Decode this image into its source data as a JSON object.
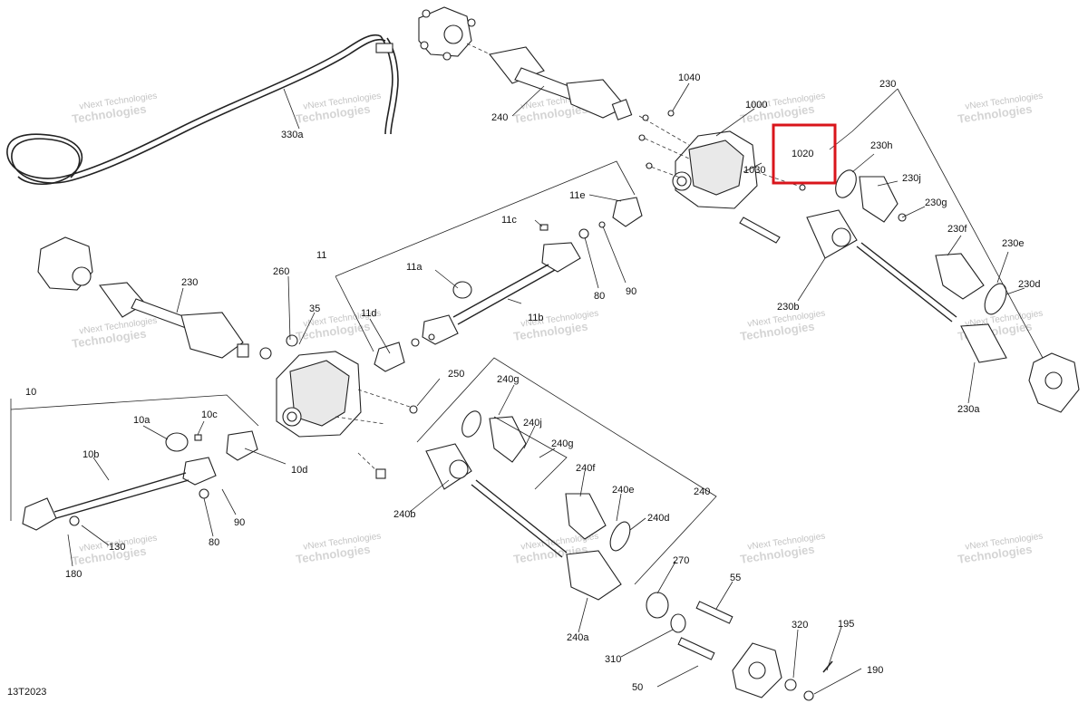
{
  "diagram_id": "13T2023",
  "highlight_callout": "1020",
  "watermark": {
    "line1": "vNext Technologies",
    "line2": "Technologies"
  },
  "callouts": {
    "c10": "10",
    "c10a": "10a",
    "c10b": "10b",
    "c10c": "10c",
    "c10d": "10d",
    "c11": "11",
    "c11a": "11a",
    "c11b": "11b",
    "c11c": "11c",
    "c11d": "11d",
    "c11e": "11e",
    "c35": "35",
    "c50": "50",
    "c55": "55",
    "c80a": "80",
    "c80b": "80",
    "c90a": "90",
    "c90b": "90",
    "c130": "130",
    "c180": "180",
    "c190": "190",
    "c195": "195",
    "c230": "230",
    "c230b": "230",
    "c230a": "230a",
    "c230b2": "230b",
    "c230d": "230d",
    "c230e": "230e",
    "c230f": "230f",
    "c230g": "230g",
    "c230h": "230h",
    "c230j": "230j",
    "c240": "240",
    "c240b": "240",
    "c240a": "240a",
    "c240b2": "240b",
    "c240d": "240d",
    "c240e": "240e",
    "c240f": "240f",
    "c240g": "240g",
    "c240g2": "240g",
    "c240j": "240j",
    "c250": "250",
    "c260": "260",
    "c270": "270",
    "c310": "310",
    "c320": "320",
    "c330a": "330a",
    "c1000": "1000",
    "c1020": "1020",
    "c1030": "1030",
    "c1040": "1040"
  }
}
